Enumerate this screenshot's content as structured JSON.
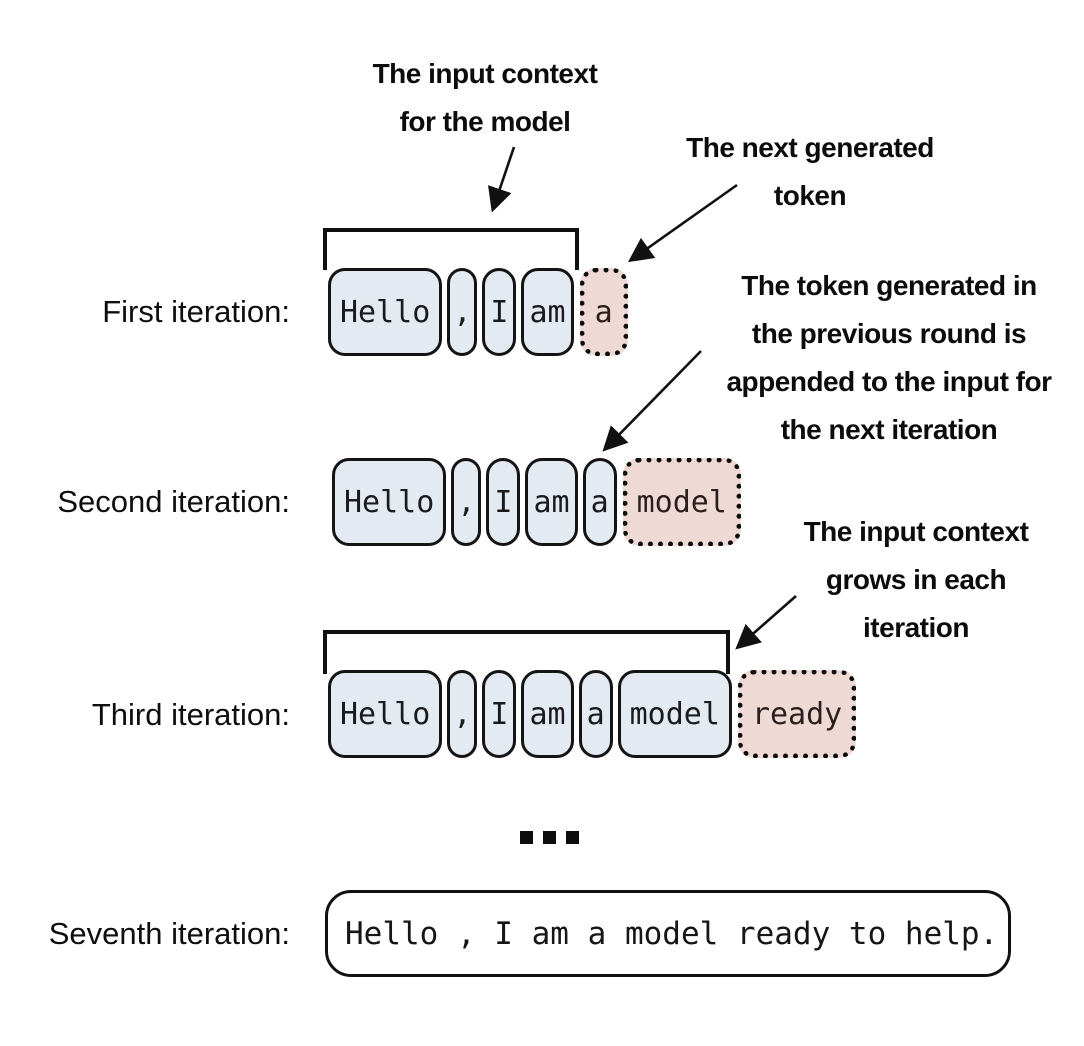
{
  "annotations": {
    "input_context": {
      "line1": "The input context",
      "line2": "for the model"
    },
    "next_token": {
      "line1": "The next generated",
      "line2": "token"
    },
    "appended": {
      "line1": "The token generated in",
      "line2": "the previous round is",
      "line3": "appended to the input for",
      "line4": "the next iteration"
    },
    "grows": {
      "line1": "The input context",
      "line2": "grows in each",
      "line3": "iteration"
    }
  },
  "rows": {
    "first": {
      "label": "First iteration:",
      "context_tokens": [
        "Hello",
        ",",
        "I",
        "am"
      ],
      "generated_token": "a"
    },
    "second": {
      "label": "Second iteration:",
      "context_tokens": [
        "Hello",
        ",",
        "I",
        "am",
        "a"
      ],
      "generated_token": "model"
    },
    "third": {
      "label": "Third iteration:",
      "context_tokens": [
        "Hello",
        ",",
        "I",
        "am",
        "a",
        "model"
      ],
      "generated_token": "ready"
    },
    "seventh": {
      "label": "Seventh iteration:",
      "output_text": "Hello , I am a model ready to help."
    }
  },
  "ellipsis": "...",
  "colors": {
    "context_token_bg": "#e3eaf2",
    "generated_token_bg": "#efd9d4",
    "outline": "#111111",
    "text": "#111111"
  }
}
